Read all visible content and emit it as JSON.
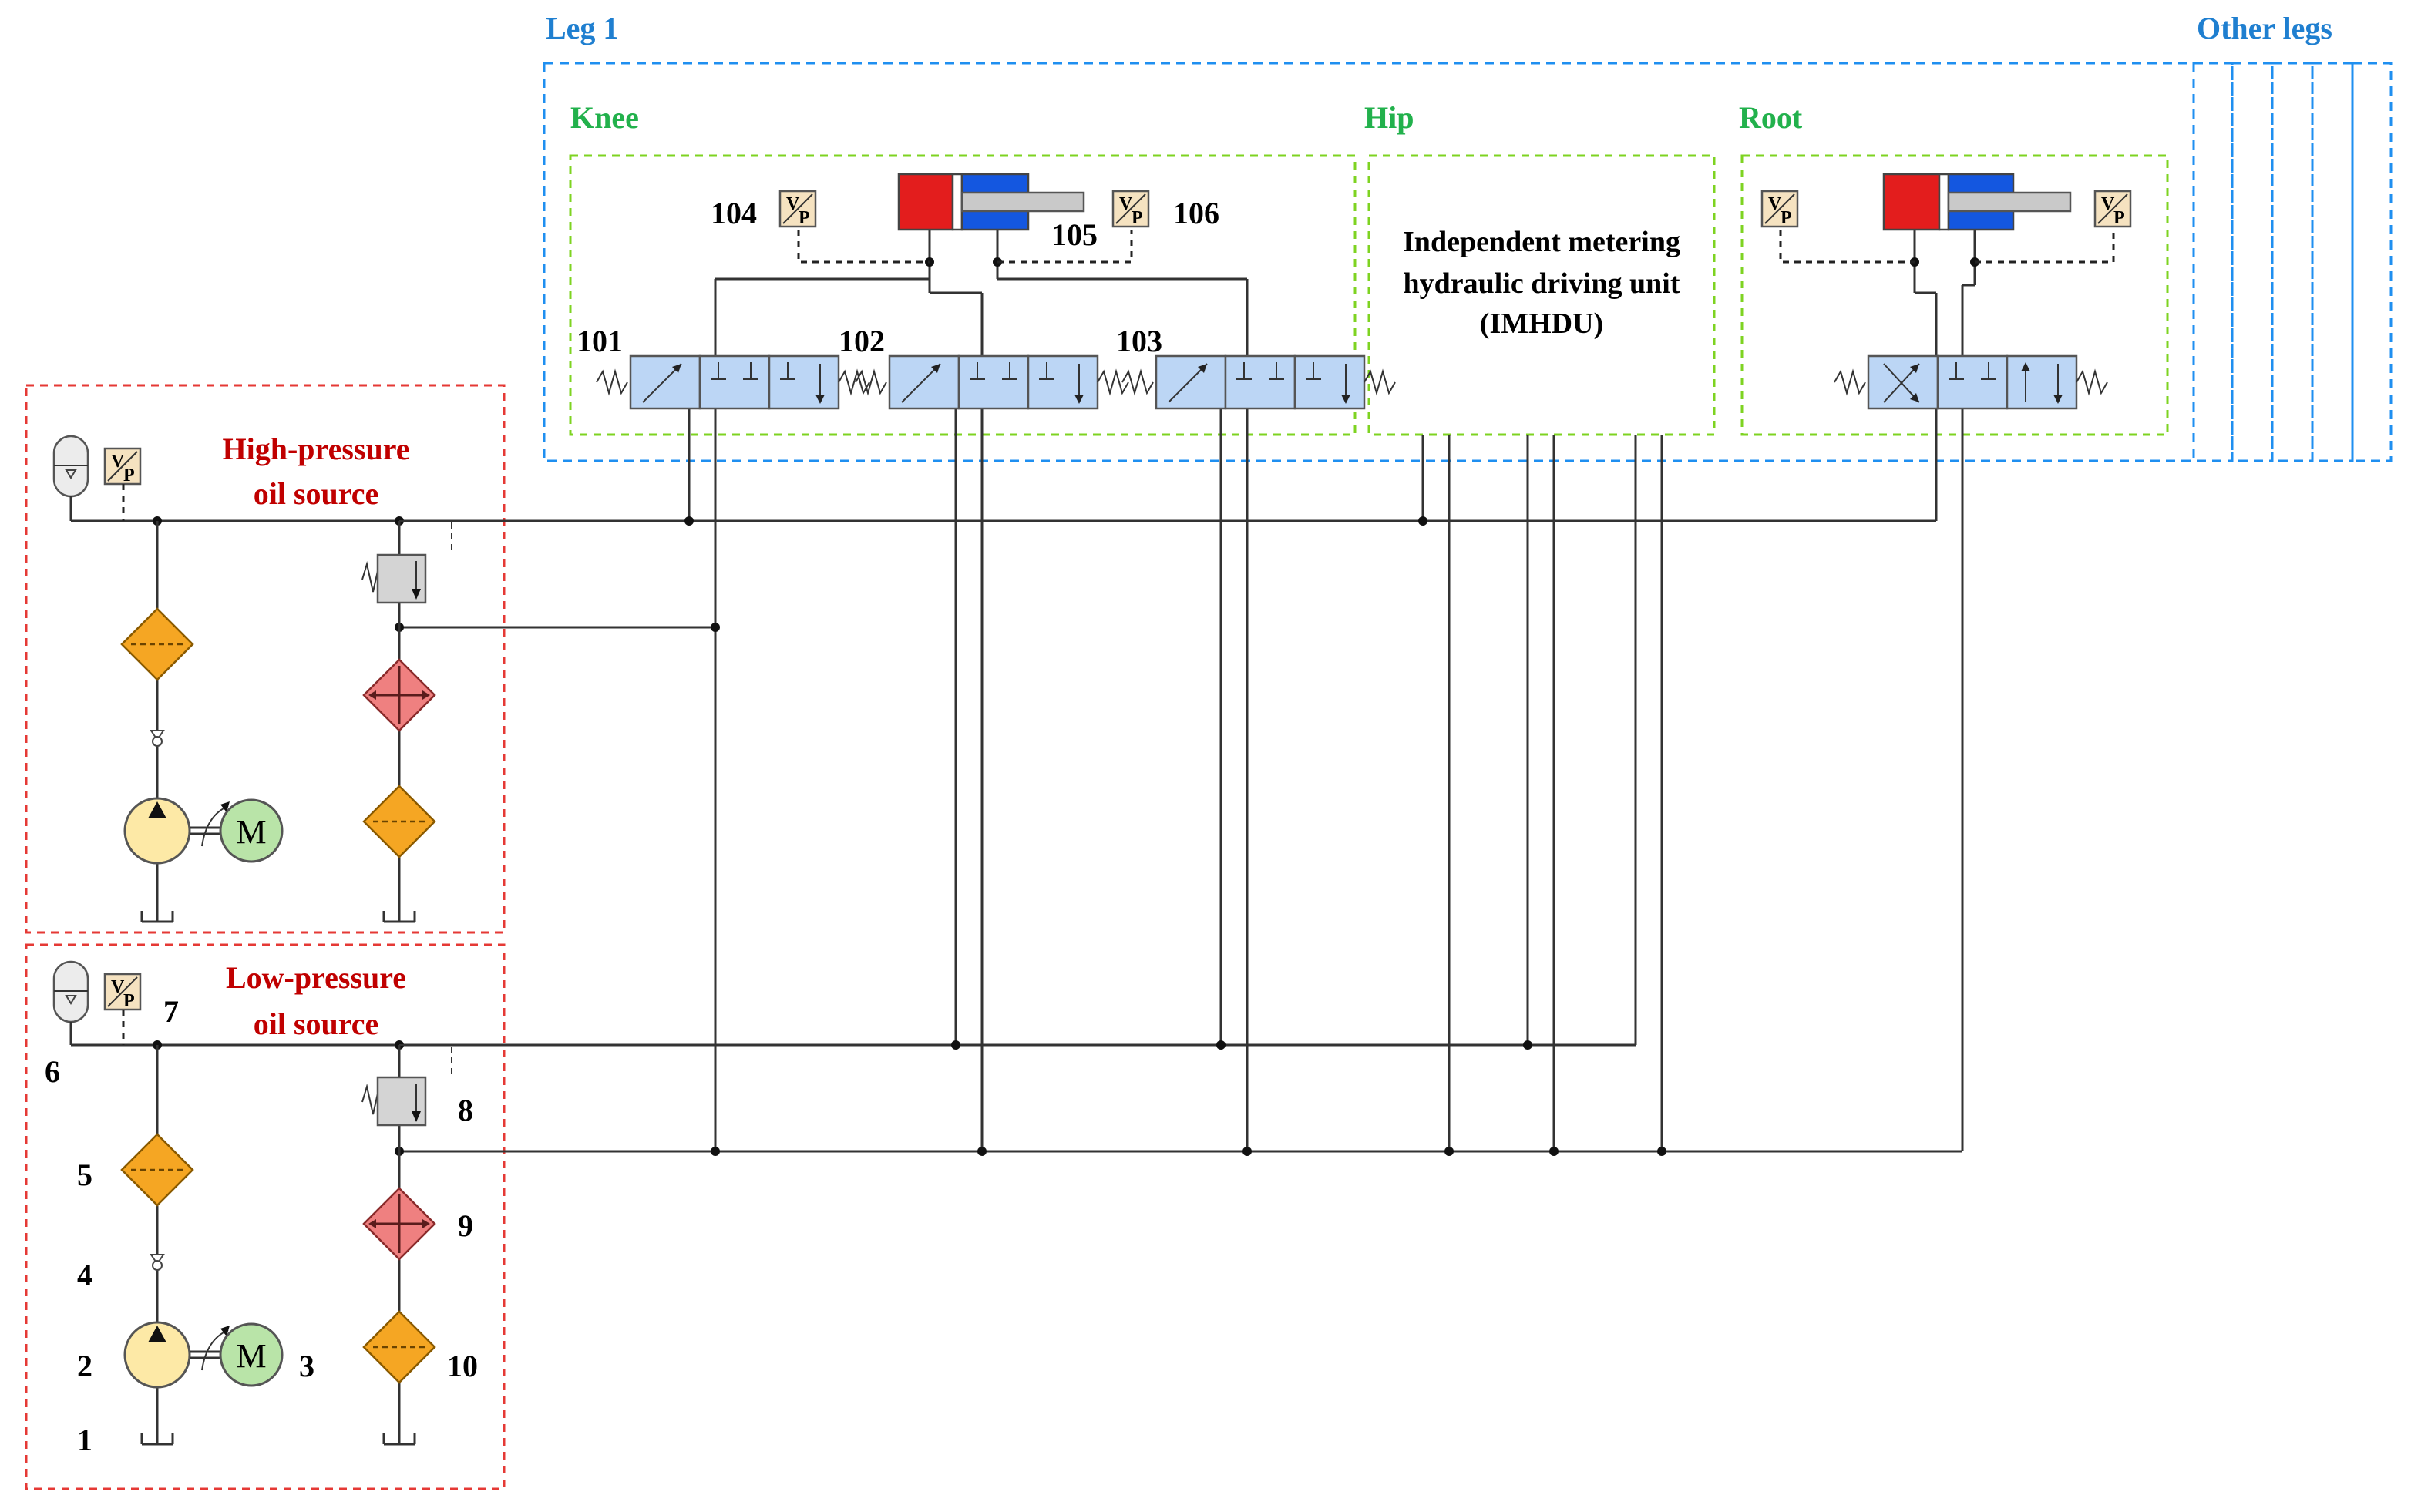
{
  "labels": {
    "leg1": "Leg 1",
    "other_legs": "Other legs",
    "knee": "Knee",
    "hip": "Hip",
    "root": "Root",
    "imhdu_line1": "Independent metering",
    "imhdu_line2": "hydraulic driving unit",
    "imhdu_line3": "(IMHDU)",
    "high_pressure_line1": "High-pressure",
    "high_pressure_line2": "oil source",
    "low_pressure_line1": "Low-pressure",
    "low_pressure_line2": "oil source"
  },
  "numbers": {
    "n101": "101",
    "n102": "102",
    "n103": "103",
    "n104": "104",
    "n105": "105",
    "n106": "106",
    "n1": "1",
    "n2": "2",
    "n3": "3",
    "n4": "4",
    "n5": "5",
    "n6": "6",
    "n7": "7",
    "n8": "8",
    "n9": "9",
    "n10": "10"
  },
  "symbols": {
    "sensor_v": "V",
    "sensor_p": "P",
    "motor": "M"
  },
  "colors": {
    "leg_box": "#1f8ff0",
    "joint_box": "#7ed321",
    "source_box": "#e53935",
    "valve": "#bcd6f5",
    "filter": "#f5a623",
    "cooler": "#ef8080",
    "pump": "#fde9a6",
    "motor": "#b9e4a8",
    "cylinder_cap": "#e31d1d",
    "cylinder_rod_side": "#1457e0"
  }
}
